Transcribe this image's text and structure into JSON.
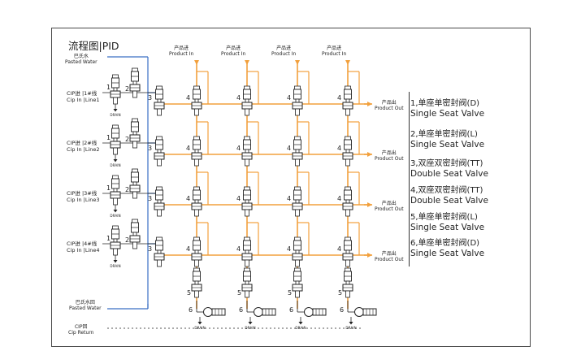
{
  "title": "流程图|PID",
  "pasted_water_in": {
    "zh": "巴氏水",
    "en": "Pasted Water"
  },
  "pasted_water_return": {
    "zh": "巴氏水回",
    "en": "Pasted Water"
  },
  "cip_return": {
    "zh": "CIP回",
    "en": "Cip Return"
  },
  "product_in": {
    "zh": "产品进",
    "en": "Product In"
  },
  "product_out": {
    "zh": "产品出",
    "en": "Product Out"
  },
  "drain_label": "DRAIN",
  "cip_lines": [
    {
      "zh": "CIP进 |1#线",
      "en": "Cip In |Line1"
    },
    {
      "zh": "CIP进 |2#线",
      "en": "Cip In |Line2"
    },
    {
      "zh": "CIP进 |3#线",
      "en": "Cip In |Line3"
    },
    {
      "zh": "CIP进 |4#线",
      "en": "Cip In |Line4"
    }
  ],
  "legend": [
    {
      "zh": "1,单座单密封阀(D)",
      "en": "Single Seat Valve"
    },
    {
      "zh": "2,单座单密封阀(L)",
      "en": "Single Seat Valve"
    },
    {
      "zh": "3,双座双密封阀(TT)",
      "en": "Double Seat Valve"
    },
    {
      "zh": "4,双座双密封阀(TT)",
      "en": "Double Seat Valve"
    },
    {
      "zh": "5,单座单密封阀(L)",
      "en": "Single Seat Valve"
    },
    {
      "zh": "6,单座单密封阀(D)",
      "en": "Single Seat Valve"
    }
  ],
  "valve_numbers": [
    "1",
    "2",
    "3",
    "4",
    "5",
    "6"
  ],
  "colors": {
    "product_pipe": "#f2a03d",
    "water_pipe": "#3a6fc4",
    "valve": "#222222",
    "frame": "#4a4a4a"
  }
}
